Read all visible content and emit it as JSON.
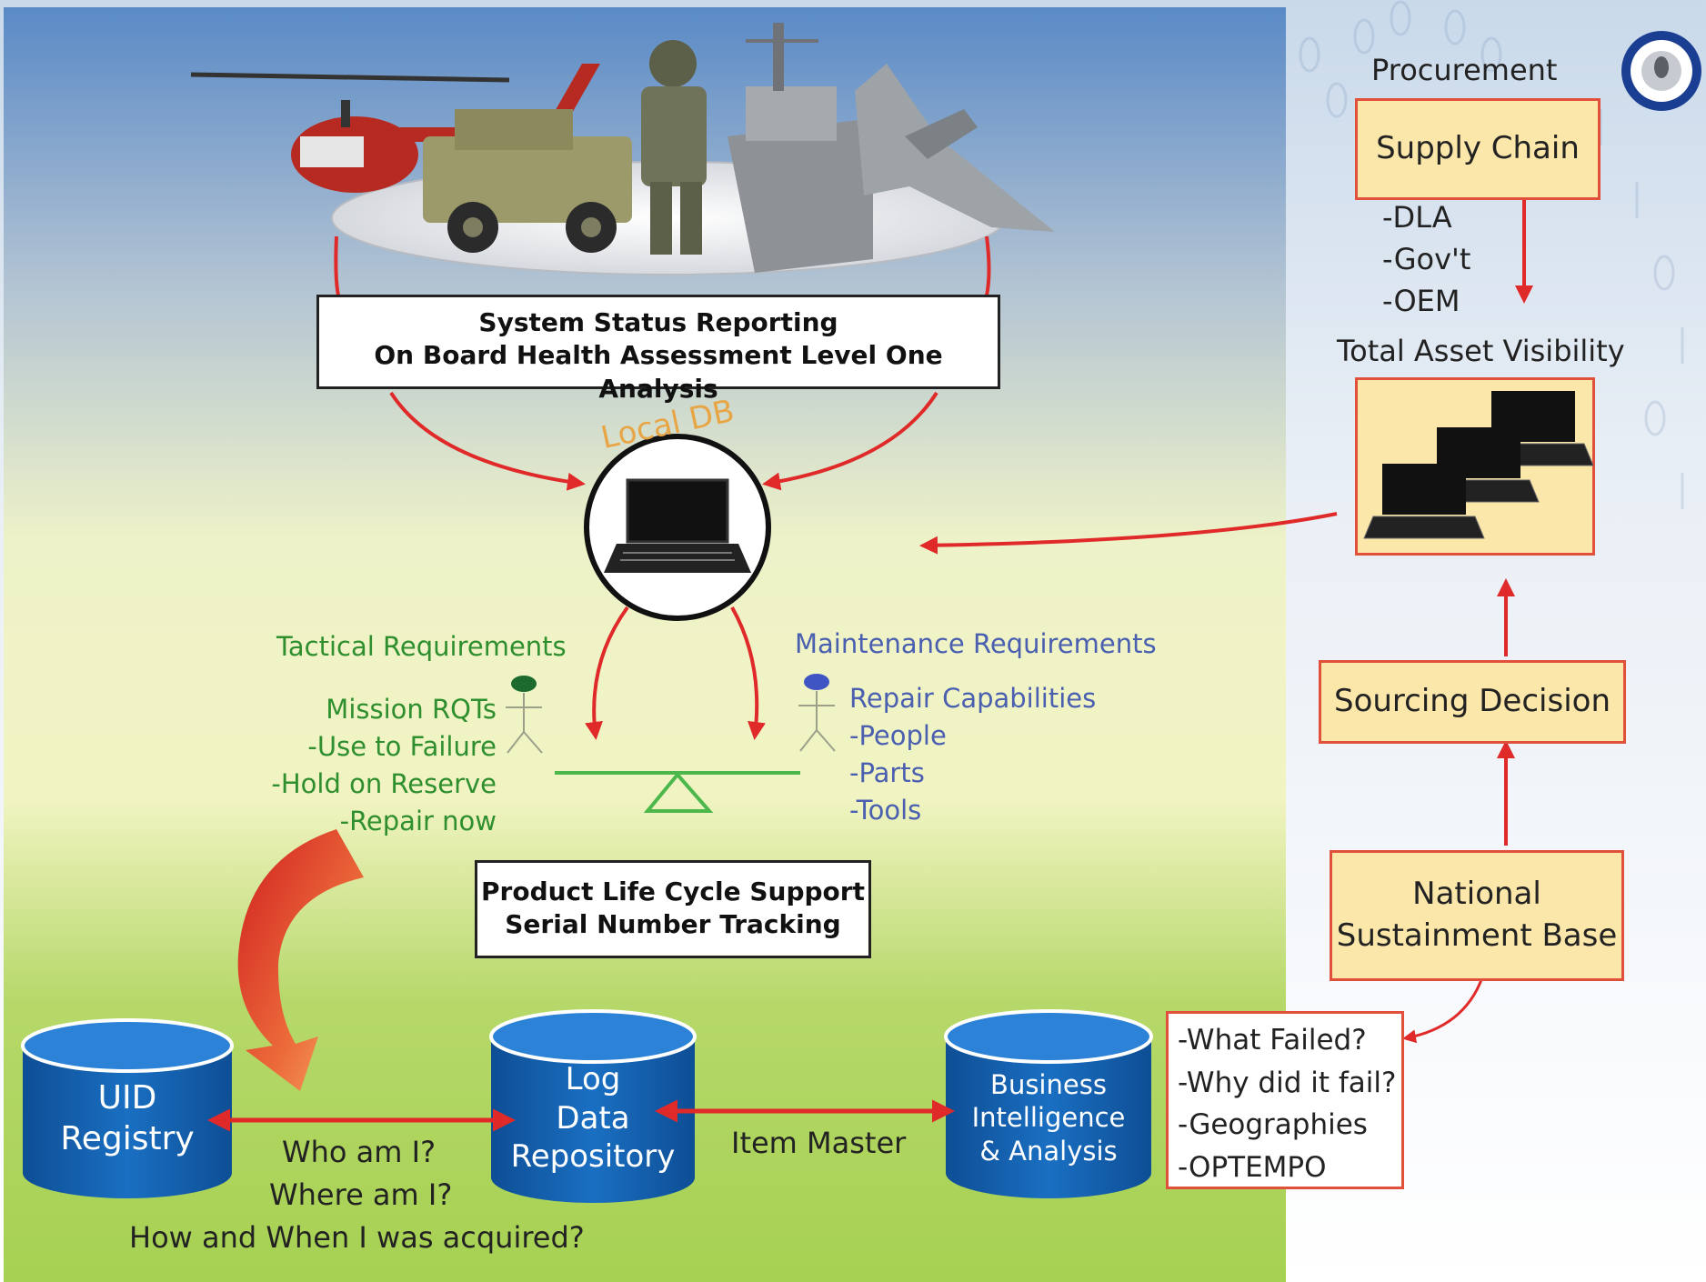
{
  "status_box": {
    "line1": "System Status Reporting",
    "line2": "On Board Health Assessment Level One Analysis"
  },
  "local_db": "Local DB",
  "tactical": {
    "heading": "Tactical Requirements",
    "items": [
      "Mission RQTs",
      "-Use to Failure",
      "-Hold on Reserve",
      "-Repair now"
    ]
  },
  "maintenance": {
    "heading": "Maintenance Requirements",
    "items": [
      "Repair Capabilities",
      "-People",
      "-Parts",
      "-Tools"
    ]
  },
  "lifecycle_box": {
    "line1": "Product Life Cycle Support",
    "line2": "Serial Number Tracking"
  },
  "databases": {
    "uid": [
      "UID",
      "Registry"
    ],
    "log": [
      "Log",
      "Data",
      "Repository"
    ],
    "bi": [
      "Business",
      "Intelligence",
      "& Analysis"
    ]
  },
  "questions": [
    "Who am I?",
    "Where am I?",
    "How and When I was acquired?"
  ],
  "item_master": "Item Master",
  "failures": [
    "-What Failed?",
    "-Why did it fail?",
    "-Geographies",
    "-OPTEMPO"
  ],
  "procurement": {
    "label": "Procurement",
    "supply_chain": "Supply Chain",
    "sources": [
      "-DLA",
      "-Gov't",
      "-OEM"
    ],
    "tav_label": "Total Asset Visibility",
    "sourcing_decision": "Sourcing Decision",
    "nsb": [
      "National",
      "Sustainment Base"
    ]
  },
  "colors": {
    "arrow_red": "#e02a2a",
    "box_fill": "#fbe7a9",
    "box_border": "#e0503a",
    "db_blue": "#1565b5",
    "text_green": "#2f8f2f",
    "text_blue": "#4a5fb0"
  }
}
